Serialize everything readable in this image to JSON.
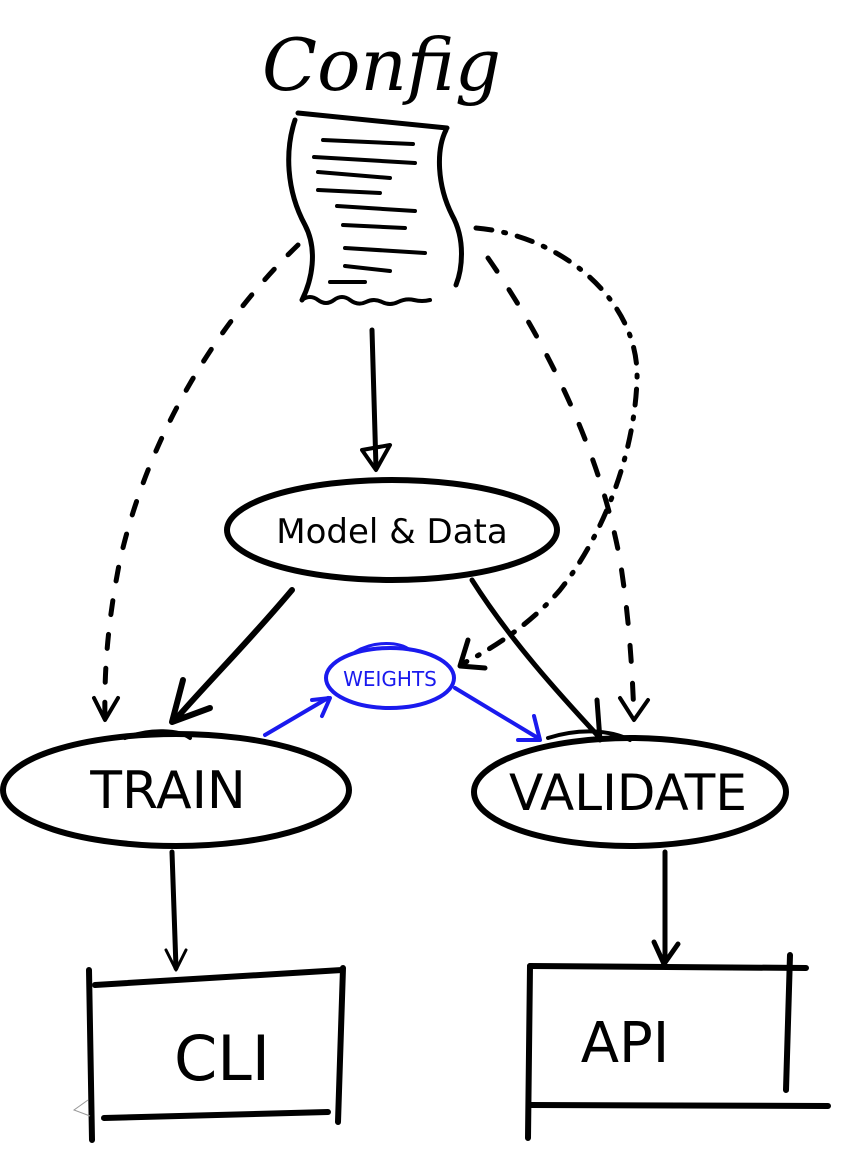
{
  "diagram": {
    "title": "Config",
    "nodes": [
      {
        "id": "config",
        "label": "Config",
        "shape": "document-scroll"
      },
      {
        "id": "model_data",
        "label": "Model & Data",
        "shape": "ellipse"
      },
      {
        "id": "weights",
        "label": "WEIGHTS",
        "shape": "ellipse",
        "color": "#1a1aee"
      },
      {
        "id": "train",
        "label": "TRAIN",
        "shape": "ellipse"
      },
      {
        "id": "validate",
        "label": "VALIDATE",
        "shape": "ellipse"
      },
      {
        "id": "cli",
        "label": "CLI",
        "shape": "rectangle"
      },
      {
        "id": "api",
        "label": "API",
        "shape": "rectangle"
      }
    ],
    "labels": {
      "model_data": "Model & Data",
      "weights": "WEIGHTS",
      "train": "TRAIN",
      "validate": "VALIDATE",
      "cli": "CLI",
      "api": "API"
    },
    "edges": [
      {
        "from": "config",
        "to": "model_data",
        "style": "solid",
        "color": "#000000"
      },
      {
        "from": "config",
        "to": "train",
        "style": "dashed",
        "color": "#000000"
      },
      {
        "from": "config",
        "to": "validate",
        "style": "dashed",
        "color": "#000000"
      },
      {
        "from": "config",
        "to": "weights",
        "style": "dash-dot",
        "color": "#000000"
      },
      {
        "from": "model_data",
        "to": "train",
        "style": "solid",
        "color": "#000000"
      },
      {
        "from": "model_data",
        "to": "validate",
        "style": "solid",
        "color": "#000000"
      },
      {
        "from": "train",
        "to": "weights",
        "style": "solid",
        "color": "#1a1aee"
      },
      {
        "from": "weights",
        "to": "validate",
        "style": "solid",
        "color": "#1a1aee"
      },
      {
        "from": "train",
        "to": "cli",
        "style": "solid",
        "color": "#000000"
      },
      {
        "from": "validate",
        "to": "api",
        "style": "solid",
        "color": "#000000"
      }
    ],
    "colors": {
      "ink": "#000000",
      "accent": "#1a1aee",
      "background": "#ffffff"
    }
  }
}
